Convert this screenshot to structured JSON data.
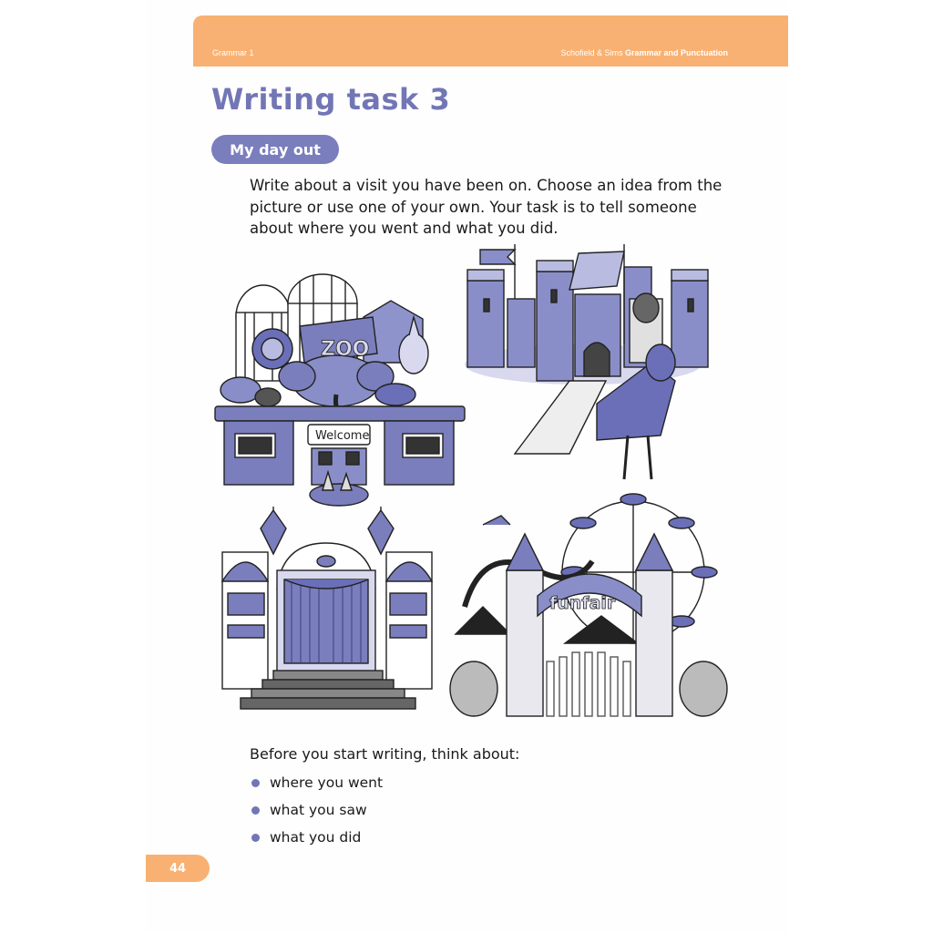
{
  "header": {
    "left": "Grammar 1",
    "right_prefix": "Schofield & Sims ",
    "right_bold": "Grammar and Punctuation"
  },
  "title": "Writing task 3",
  "subtitle": "My day out",
  "instructions": [
    "Write about a visit you have been on. Choose an idea from the",
    "picture or use one of your own. Your task is to tell someone",
    "about where you went and what you did."
  ],
  "illustrations": {
    "zoo": {
      "sign": "ZOO",
      "gate_sign": "Welcome"
    },
    "castle": {},
    "theatre": {},
    "funfair": {
      "sign": "funfair"
    }
  },
  "prompt_lead": "Before you start writing, think about:",
  "bullets": [
    "where you went",
    "what you saw",
    "what you did"
  ],
  "page_number": "44",
  "colors": {
    "accent": "#7276b5",
    "orange": "#f8b172",
    "ink": "#1a1a1a"
  }
}
